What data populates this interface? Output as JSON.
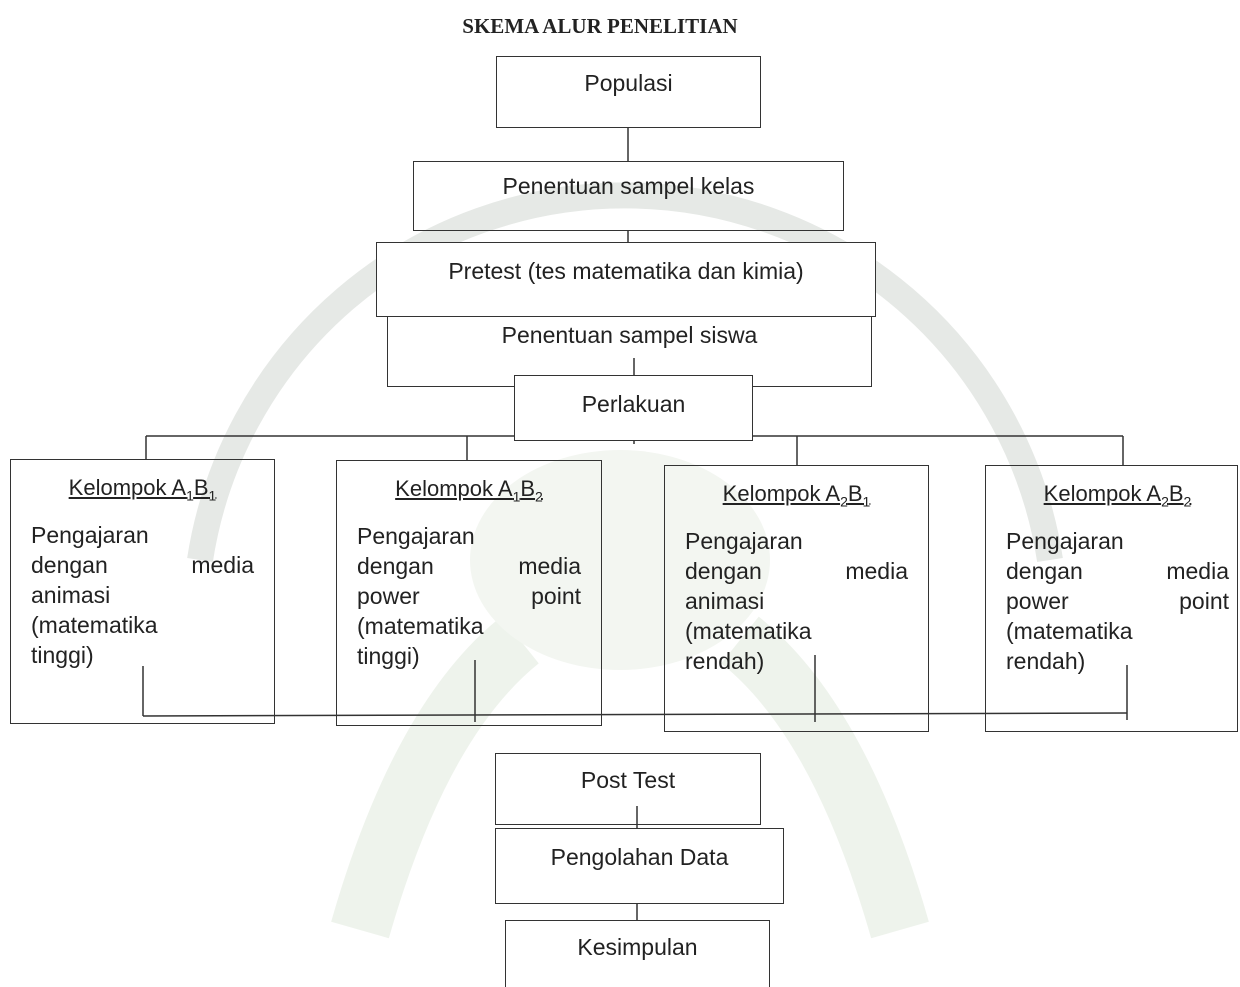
{
  "title": "SKEMA ALUR PENELITIAN",
  "flow": {
    "populasi": "Populasi",
    "penentuan_sampel_kelas": "Penentuan sampel kelas",
    "pretest": "Pretest (tes matematika dan kimia)",
    "penentuan_sampel_siswa": "Penentuan sampel siswa",
    "perlakuan": "Perlakuan",
    "post_test": "Post Test",
    "pengolahan_data": "Pengolahan Data",
    "kesimpulan": "Kesimpulan"
  },
  "groups": [
    {
      "title_prefix": "Kelompok A",
      "a_sub": "1",
      "b": "B",
      "b_sub": "1",
      "w1": "dengan",
      "w2": "media",
      "line3": "animasi",
      "line3b": "",
      "l1": "Pengajaran",
      "l4": "(matematika",
      "l5": "tinggi)"
    },
    {
      "title_prefix": "Kelompok A",
      "a_sub": "1",
      "b": "B",
      "b_sub": "2",
      "w1": "dengan",
      "w2": "media",
      "line3": "power",
      "line3b": "point",
      "l1": "Pengajaran",
      "l4": "(matematika",
      "l5": "tinggi)"
    },
    {
      "title_prefix": "Kelompok A",
      "a_sub": "2",
      "b": "B",
      "b_sub": "1",
      "w1": "dengan",
      "w2": "media",
      "line3": "animasi",
      "line3b": "",
      "l1": "Pengajaran",
      "l4": "(matematika",
      "l5": "rendah)"
    },
    {
      "title_prefix": "Kelompok A",
      "a_sub": "2",
      "b": "B",
      "b_sub": "2",
      "w1": "dengan",
      "w2": "media",
      "line3": "power",
      "line3b": "point",
      "l1": "Pengajaran",
      "l4": "(matematika",
      "l5": "rendah)"
    }
  ]
}
